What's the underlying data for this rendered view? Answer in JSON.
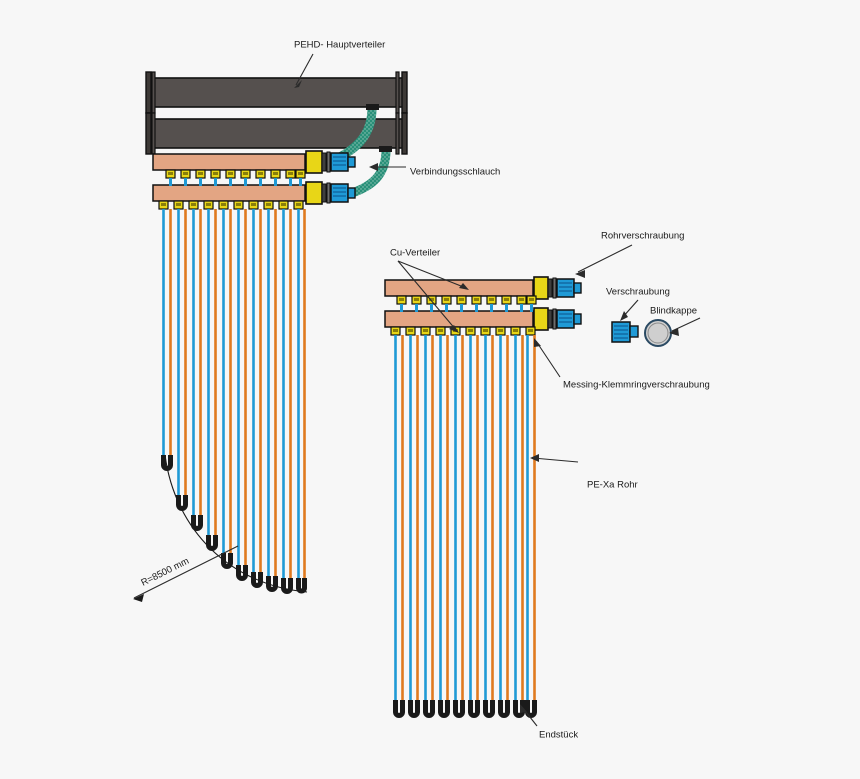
{
  "diagram": {
    "title_visible": false,
    "background_color": "#f7f7f7",
    "labels": {
      "main_distributor": "PEHD- Hauptverteiler",
      "connection_hose": "Verbindungsschlauch",
      "cu_manifold": "Cu-Verteiler",
      "pipe_screw_fitting": "Rohrverschraubung",
      "screw_fitting": "Verschraubung",
      "blind_cap": "Blindkappe",
      "brass_compression_fitting": "Messing-Klemmringverschraubung",
      "pexa_pipe": "PE-Xa Rohr",
      "end_piece": "Endstück",
      "radius": "R=8500 mm"
    },
    "colors": {
      "hdpe_pipe": "#55504e",
      "hdpe_pipe_dark": "#151413",
      "copper_manifold": "#e3a583",
      "brass_fitting": "#e8d617",
      "blue_fitting": "#1f9ad6",
      "blue_fitting_dark": "#0f5f96",
      "hose_teal": "#2e9c84",
      "pipe_blue": "#1f9ad6",
      "pipe_orange": "#e07a1f",
      "end_bend": "#1a1a1a",
      "blind_cap_fill": "#cfcfcf",
      "outline": "#111111",
      "leader": "#2b2b2b"
    },
    "assemblies": {
      "hdpe_headers": {
        "name": "PEHD- Hauptverteiler",
        "count": 2,
        "flanged_both_ends": true
      },
      "upper_cu_group": {
        "name": "Cu-Verteiler",
        "manifold_count": 2,
        "outlets_per_manifold": 10,
        "pipe_count": 20,
        "radius_note": "R=8500 mm"
      },
      "lower_cu_group": {
        "name": "Cu-Verteiler",
        "manifold_count": 2,
        "outlets_per_manifold": 10,
        "pipe_count": 20
      },
      "loose_parts": [
        {
          "name": "Verschraubung",
          "type": "blue-fitting"
        },
        {
          "name": "Blindkappe",
          "type": "round-cap"
        }
      ]
    }
  }
}
